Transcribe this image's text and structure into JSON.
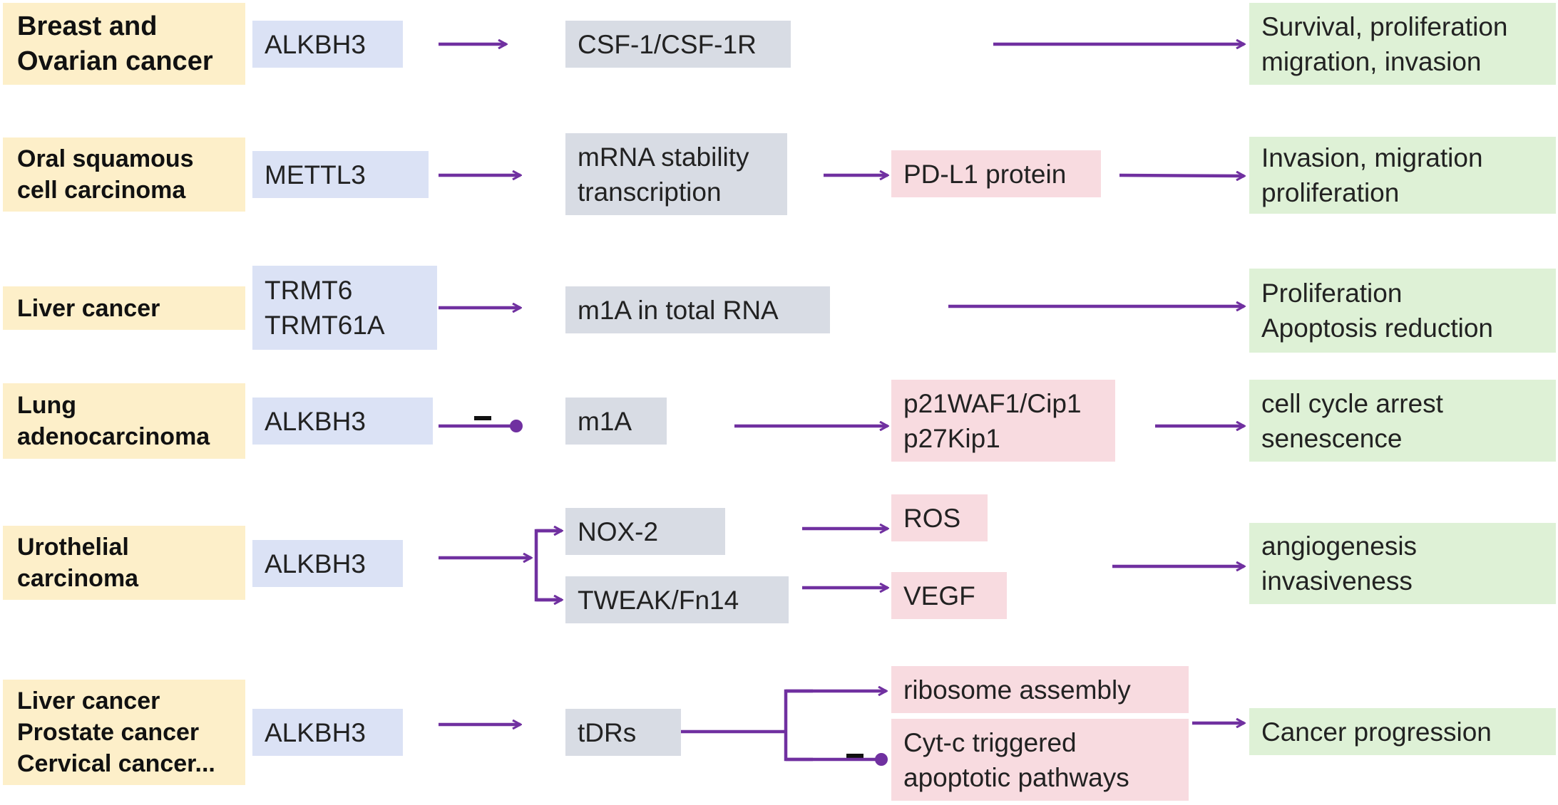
{
  "colors": {
    "arrow": "#7030a0",
    "cancer_box": "#fdefc9",
    "gene_box": "#dbe2f5",
    "intermediate_box": "#d8dce4",
    "protein_box": "#f8dbe0",
    "outcome_box": "#def1d6"
  },
  "rows": [
    {
      "cancer": [
        "Breast and",
        "Ovarian cancer"
      ],
      "gene": [
        "ALKBH3"
      ],
      "intermediate": [
        "CSF-1/CSF-1R"
      ],
      "outcome": [
        "Survival, proliferation",
        "migration, invasion"
      ]
    },
    {
      "cancer": [
        "Oral squamous",
        "cell carcinoma"
      ],
      "gene": [
        "METTL3"
      ],
      "intermediate": [
        "mRNA stability",
        "transcription"
      ],
      "protein": [
        "PD-L1 protein"
      ],
      "outcome": [
        "Invasion, migration",
        "proliferation"
      ]
    },
    {
      "cancer": [
        "Liver cancer"
      ],
      "gene": [
        "TRMT6",
        "TRMT61A"
      ],
      "intermediate": [
        "m1A in total RNA"
      ],
      "outcome": [
        "Proliferation",
        "Apoptosis reduction"
      ]
    },
    {
      "cancer": [
        "Lung",
        "adenocarcinoma"
      ],
      "gene": [
        "ALKBH3"
      ],
      "inhibit_symbol": "-",
      "intermediate": [
        "m1A"
      ],
      "protein": [
        "p21WAF1/Cip1",
        " p27Kip1"
      ],
      "outcome": [
        "cell cycle arrest",
        "senescence"
      ]
    },
    {
      "cancer": [
        "Urothelial",
        "carcinoma"
      ],
      "gene": [
        "ALKBH3"
      ],
      "intermediate_a": [
        "NOX-2"
      ],
      "intermediate_b": [
        "TWEAK/Fn14"
      ],
      "protein_a": [
        "ROS"
      ],
      "protein_b": [
        "VEGF"
      ],
      "outcome": [
        "angiogenesis",
        "invasiveness"
      ]
    },
    {
      "cancer": [
        "Liver cancer",
        "Prostate cancer",
        "Cervical cancer..."
      ],
      "gene": [
        "ALKBH3"
      ],
      "intermediate": [
        "tDRs"
      ],
      "protein_a": [
        " ribosome assembly"
      ],
      "inhibit_symbol": "-",
      "protein_b": [
        "Cyt-c triggered",
        "apoptotic pathways"
      ],
      "outcome": [
        "Cancer progression"
      ]
    }
  ]
}
